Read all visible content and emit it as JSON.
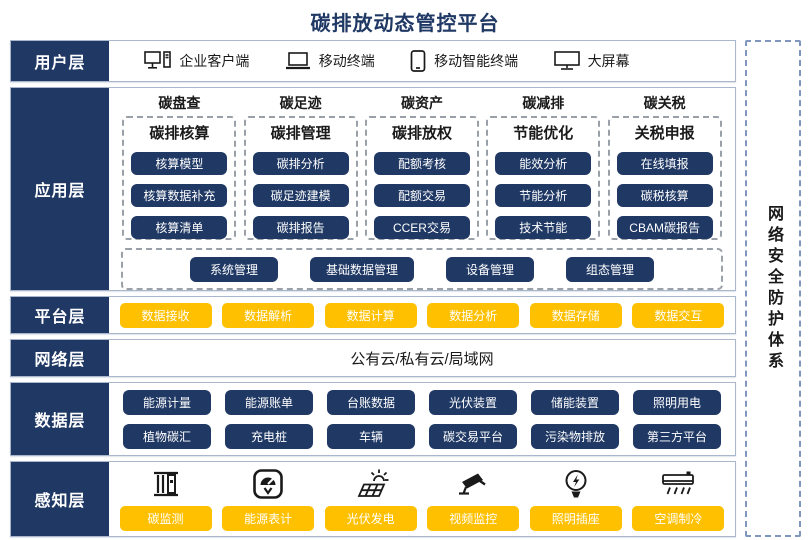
{
  "title": "碳排放动态管控平台",
  "security": {
    "label": "网络安全防护体系"
  },
  "user_layer": {
    "label": "用户层",
    "items": [
      {
        "icon": "desktop-pc-icon",
        "label": "企业客户端"
      },
      {
        "icon": "laptop-icon",
        "label": "移动终端"
      },
      {
        "icon": "tablet-icon",
        "label": "移动智能终端"
      },
      {
        "icon": "big-screen-icon",
        "label": "大屏幕"
      }
    ]
  },
  "app_layer": {
    "label": "应用层",
    "columns": [
      {
        "header": "碳盘查",
        "title": "碳排核算",
        "buttons": [
          "核算模型",
          "核算数据补充",
          "核算清单"
        ]
      },
      {
        "header": "碳足迹",
        "title": "碳排管理",
        "buttons": [
          "碳排分析",
          "碳足迹建模",
          "碳排报告"
        ]
      },
      {
        "header": "碳资产",
        "title": "碳排放权",
        "buttons": [
          "配额考核",
          "配额交易",
          "CCER交易"
        ]
      },
      {
        "header": "碳减排",
        "title": "节能优化",
        "buttons": [
          "能效分析",
          "节能分析",
          "技术节能"
        ]
      },
      {
        "header": "碳关税",
        "title": "关税申报",
        "buttons": [
          "在线填报",
          "碳税核算",
          "CBAM碳报告"
        ]
      }
    ],
    "common_buttons": [
      "系统管理",
      "基础数据管理",
      "设备管理",
      "组态管理"
    ]
  },
  "platform_layer": {
    "label": "平台层",
    "buttons": [
      "数据接收",
      "数据解析",
      "数据计算",
      "数据分析",
      "数据存储",
      "数据交互"
    ]
  },
  "network_layer": {
    "label": "网络层",
    "content": "公有云/私有云/局域网"
  },
  "data_layer": {
    "label": "数据层",
    "row1": [
      "能源计量",
      "能源账单",
      "台账数据",
      "光伏装置",
      "储能装置",
      "照明用电"
    ],
    "row2": [
      "植物碳汇",
      "充电桩",
      "车辆",
      "碳交易平台",
      "污染物排放",
      "第三方平台"
    ]
  },
  "sensing_layer": {
    "label": "感知层",
    "items": [
      {
        "icon": "chimney-icon",
        "label": "碳监测"
      },
      {
        "icon": "meter-icon",
        "label": "能源表计"
      },
      {
        "icon": "solar-icon",
        "label": "光伏发电"
      },
      {
        "icon": "camera-icon",
        "label": "视频监控"
      },
      {
        "icon": "bulb-icon",
        "label": "照明插座"
      },
      {
        "icon": "ac-icon",
        "label": "空调制冷"
      }
    ]
  },
  "colors": {
    "navy": "#1F3864",
    "yellow": "#FFC000",
    "row_border": "#A9B6CB",
    "dashed_gray": "#9AA0A8",
    "security_dashed": "#8096BE",
    "title_color": "#1F3864"
  }
}
